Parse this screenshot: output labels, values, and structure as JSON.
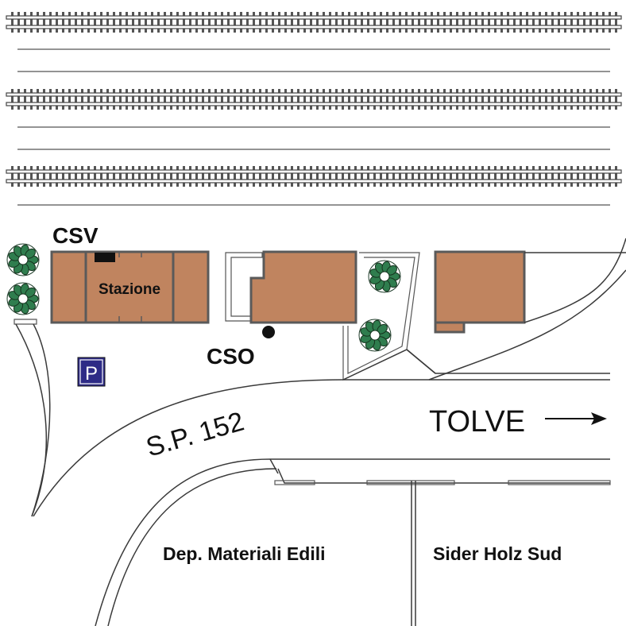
{
  "map": {
    "labels": {
      "csv": "CSV",
      "stazione": "Stazione",
      "cso": "CSO",
      "parking": "P",
      "road": "S.P. 152",
      "tolve": "TOLVE",
      "tolve_arrow": "⟶",
      "dep": "Dep. Materiali Edili",
      "sider": "Sider Holz Sud"
    },
    "tracks_count": 3,
    "colors": {
      "building": "#c0845f",
      "building_outline": "#5a5a5a",
      "parking_bg": "#2e2b86",
      "tree": "#2f7d4e",
      "rail": "#444444"
    }
  }
}
